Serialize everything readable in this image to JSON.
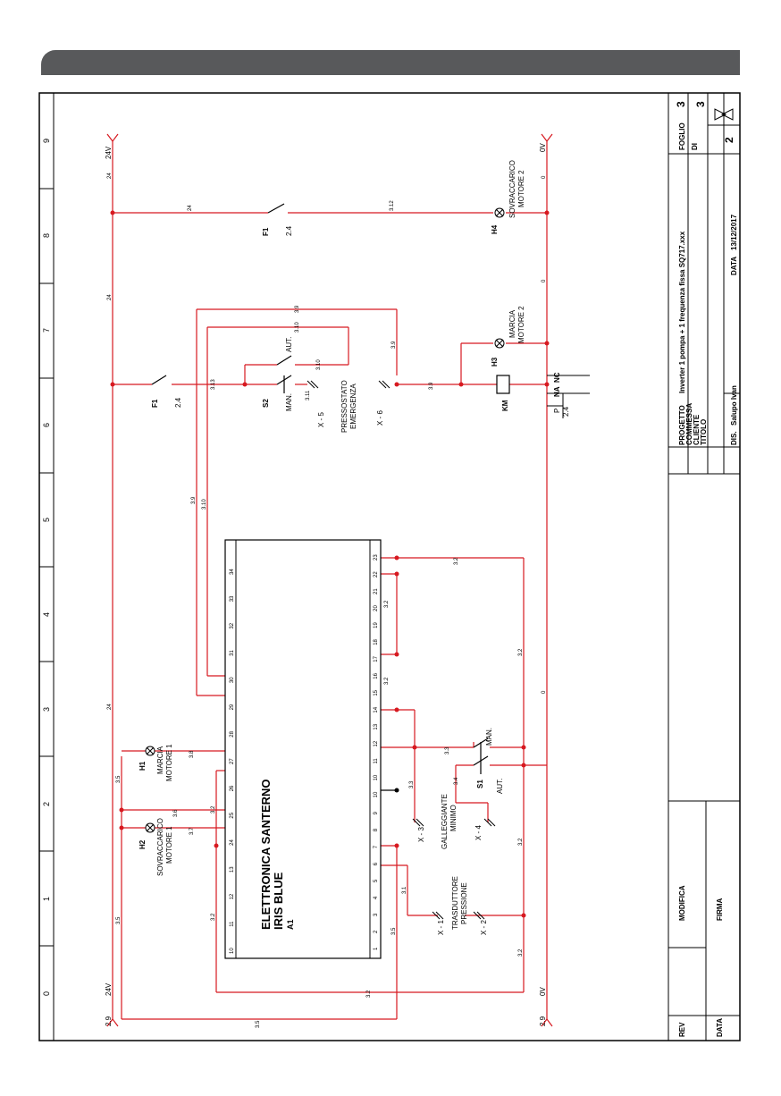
{
  "colors": {
    "wire": "#d71920",
    "frame": "#000000",
    "header": "#58595b"
  },
  "grid": {
    "zones": [
      "0",
      "1",
      "2",
      "3",
      "4",
      "5",
      "6",
      "7",
      "8",
      "9"
    ]
  },
  "rails": {
    "top_24v": "24V",
    "bottom_0v": "0V",
    "sheet_ref_24": "2.9",
    "sheet_ref_0": "2.9"
  },
  "wire_labels": {
    "w24": "24",
    "w0": "0",
    "w32": "3.2",
    "w35": "3.5",
    "w31": "3.1",
    "w33": "3.3",
    "w34": "3.4",
    "w36": "3.6",
    "w37": "3.7",
    "w38": "3.8",
    "w39": "3.9",
    "w310": "3.10",
    "w311": "3.11",
    "w312": "3.12",
    "w313": "3.13"
  },
  "controller": {
    "title": "ELETTRONICA SANTERNO",
    "model": "IRIS BLUE",
    "tag": "A1",
    "terminals_bottom": [
      "1",
      "2",
      "3",
      "4",
      "5",
      "6",
      "7",
      "8",
      "9",
      "10"
    ],
    "terminals_top": [
      "10",
      "11",
      "12",
      "13",
      "24",
      "25",
      "26",
      "27",
      "28",
      "29",
      "30",
      "31",
      "32",
      "33",
      "34"
    ],
    "terminals_right": [
      "23",
      "22",
      "21",
      "20",
      "19",
      "18",
      "17",
      "16",
      "15",
      "14",
      "13",
      "12",
      "11",
      "10"
    ]
  },
  "components": {
    "F1_tag": "F1",
    "F1_ref": "2.4",
    "F1b_tag": "F1",
    "F1b_ref": "2.4",
    "S2_tag": "S2",
    "S2_man": "MAN.",
    "S2_aut": "AUT.",
    "X5": "X - 5",
    "X6": "X - 6",
    "pressostato": "PRESSOSTATO",
    "emergenza": "EMERGENZA",
    "KM_tag": "KM",
    "H3_tag": "H3",
    "H3_l1": "MARCIA",
    "H3_l2": "MOTORE 2",
    "H4_tag": "H4",
    "H4_l1": "SOVRACCARICO",
    "H4_l2": "MOTORE 2",
    "H1_tag": "H1",
    "H1_l1": "MARCIA",
    "H1_l2": "MOTORE 1",
    "H2_tag": "H2",
    "H2_l1": "SOVRACCARICO",
    "H2_l2": "MOTORE 1",
    "S1_tag": "S1",
    "S1_man": "MAN.",
    "S1_aut": "AUT.",
    "X3": "X - 3",
    "X4": "X - 4",
    "galleggiante_l1": "GALLEGGIANTE",
    "galleggiante_l2": "MINIMO",
    "X1": "X - 1",
    "X2": "X - 2",
    "trasduttore_l1": "TRASDUTTORE",
    "trasduttore_l2": "PRESSIONE",
    "km_P": "P",
    "km_NA": "NA",
    "km_NC": "NC",
    "km_ref": "2.4"
  },
  "title_block": {
    "progetto_label": "PROGETTO",
    "progetto_value": "Inverter 1 pompa + 1 frequenza fissa SQ717.xxx",
    "commessa_label": "COMMESSA",
    "cliente_label": "CLIENTE",
    "titolo_label": "TITOLO",
    "dis_label": "DIS.",
    "dis_value": "Salupo Ivan",
    "data_label": "DATA",
    "data_value": "13/12/2017",
    "foglio_label": "FOGLIO",
    "foglio_value": "3",
    "di_label": "DI",
    "di_value": "3",
    "prev_sheet": "2",
    "rev_label": "REV",
    "modifica_label": "MODIFICA",
    "data2_label": "DATA",
    "firma_label": "FIRMA"
  }
}
